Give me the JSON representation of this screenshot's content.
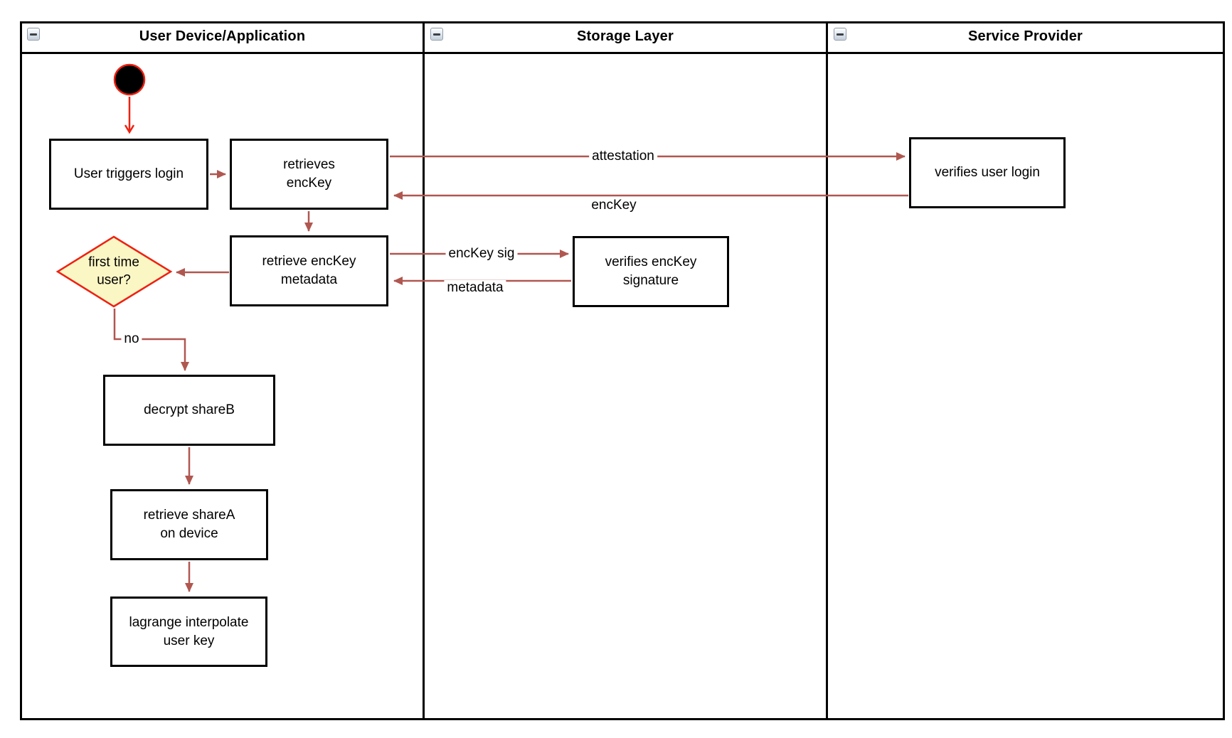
{
  "colors": {
    "brown": "#B05750",
    "red": "#EE2112",
    "yellow": "#FBF7C5",
    "ink": "#000000"
  },
  "lanes": [
    {
      "title": "User Device/Application"
    },
    {
      "title": "Storage Layer"
    },
    {
      "title": "Service Provider"
    }
  ],
  "nodes": {
    "user_triggers_login": {
      "label": "User triggers login"
    },
    "retrieves_enckey": {
      "label": "retrieves\nencKey"
    },
    "retrieve_enckey_metadata": {
      "label": "retrieve encKey\nmetadata"
    },
    "first_time_user": {
      "label": "first time\nuser?"
    },
    "decrypt_shareb": {
      "label": "decrypt shareB"
    },
    "retrieve_sharea": {
      "label": "retrieve shareA\non device"
    },
    "lagrange_interpolate": {
      "label": "lagrange interpolate\nuser key"
    },
    "verifies_enckey_signature": {
      "label": "verifies encKey\nsignature"
    },
    "verifies_user_login": {
      "label": "verifies user login"
    }
  },
  "edge_labels": {
    "attestation": "attestation",
    "enckey": "encKey",
    "enckey_sig": "encKey sig",
    "metadata": "metadata",
    "no": "no"
  }
}
